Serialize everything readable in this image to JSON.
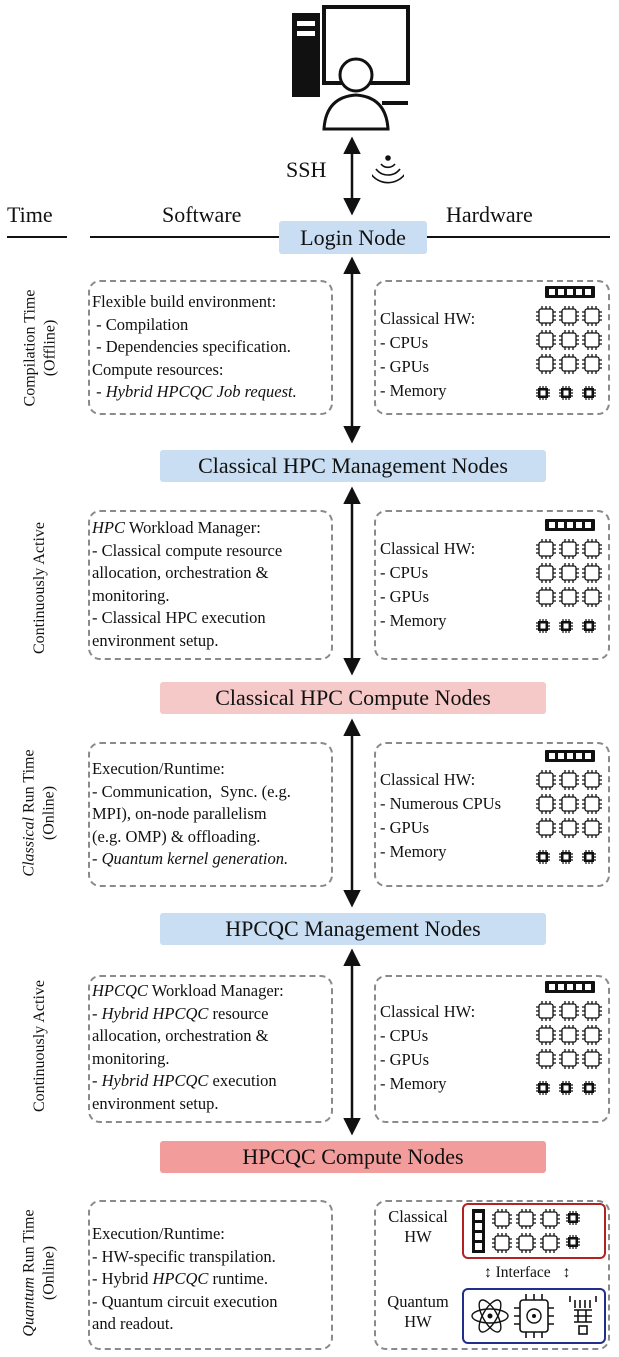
{
  "header": {
    "ssh_label": "SSH",
    "time_label": "Time",
    "software_label": "Software",
    "hardware_label": "Hardware"
  },
  "nodes": {
    "login": "Login Node",
    "classical_mgmt": "Classical HPC Management Nodes",
    "classical_compute": "Classical HPC Compute Nodes",
    "hpcqc_mgmt": "HPCQC Management Nodes",
    "hpcqc_compute": "HPCQC Compute Nodes"
  },
  "phases": {
    "p1_line1": "Compilation Time",
    "p1_line2": "(Offline)",
    "p2": "Continuously Active",
    "p3_line1_italic": "Classical",
    "p3_line1_rest": " Run Time",
    "p3_line2": "(Online)",
    "p4": "Continuously Active",
    "p5_line1_italic": "Quantum",
    "p5_line1_rest": " Run Time",
    "p5_line2": "(Online)"
  },
  "software": {
    "s1": {
      "l1": "Flexible build environment:",
      "l2": " - Compilation",
      "l3": " - Dependencies specification.",
      "l4": "Compute resources:",
      "l5_prefix": " - ",
      "l5_italic": "Hybrid HPCQC Job request."
    },
    "s2": {
      "l1_italic": "HPC",
      "l1_rest": " Workload Manager:",
      "l2": "- Classical compute resource",
      "l3": "allocation, orchestration &",
      "l4": "monitoring.",
      "l5": "- Classical HPC execution",
      "l6": "environment setup."
    },
    "s3": {
      "l1": "Execution/Runtime:",
      "l2": "- Communication,  Sync. (e.g.",
      "l3": "MPI), on-node parallelism",
      "l4": "(e.g. OMP) & offloading.",
      "l5_prefix": "- ",
      "l5_italic": "Quantum kernel generation."
    },
    "s4": {
      "l1_italic": "HPCQC",
      "l1_rest": " Workload Manager:",
      "l2_prefix": "- ",
      "l2_italic": "Hybrid HPCQC",
      "l2_rest": " resource",
      "l3": "allocation, orchestration &",
      "l4": "monitoring.",
      "l5_prefix": "- ",
      "l5_italic": "Hybrid HPCQC",
      "l5_rest": " execution",
      "l6": "environment setup."
    },
    "s5": {
      "l1": "Execution/Runtime:",
      "l2": "- HW-specific transpilation.",
      "l3_prefix": "- Hybrid ",
      "l3_italic": "HPCQC",
      "l3_rest": " runtime.",
      "l4": "- Quantum circuit execution",
      "l5": "and readout."
    }
  },
  "hardware": {
    "h1": {
      "title": "Classical HW:",
      "i1": "- CPUs",
      "i2": "- GPUs",
      "i3": "- Memory"
    },
    "h2": {
      "title": "Classical HW:",
      "i1": "- CPUs",
      "i2": "- GPUs",
      "i3": "- Memory"
    },
    "h3": {
      "title": "Classical HW:",
      "i1": "- Numerous CPUs",
      "i2": "- GPUs",
      "i3": "- Memory"
    },
    "h4": {
      "title": "Classical HW:",
      "i1": "- CPUs",
      "i2": "- GPUs",
      "i3": "- Memory"
    },
    "h5": {
      "classical_l1": "Classical",
      "classical_l2": "HW",
      "interface": "Interface",
      "quantum_l1": "Quantum",
      "quantum_l2": "HW"
    }
  },
  "colors": {
    "node_blue": "#c9def3",
    "node_pink": "#f6c9c9",
    "node_red": "#f29c9c",
    "classical_box_border": "#b22222",
    "quantum_box_border": "#1f2f8a",
    "dashed_border": "#8a8a8a"
  },
  "icons": [
    "computer-user-icon",
    "wifi-icon",
    "memory-stick-icon",
    "cpu-grid-icon",
    "gpu-chips-icon",
    "atom-icon",
    "quantum-chip-icon",
    "qubit-ladder-icon"
  ]
}
